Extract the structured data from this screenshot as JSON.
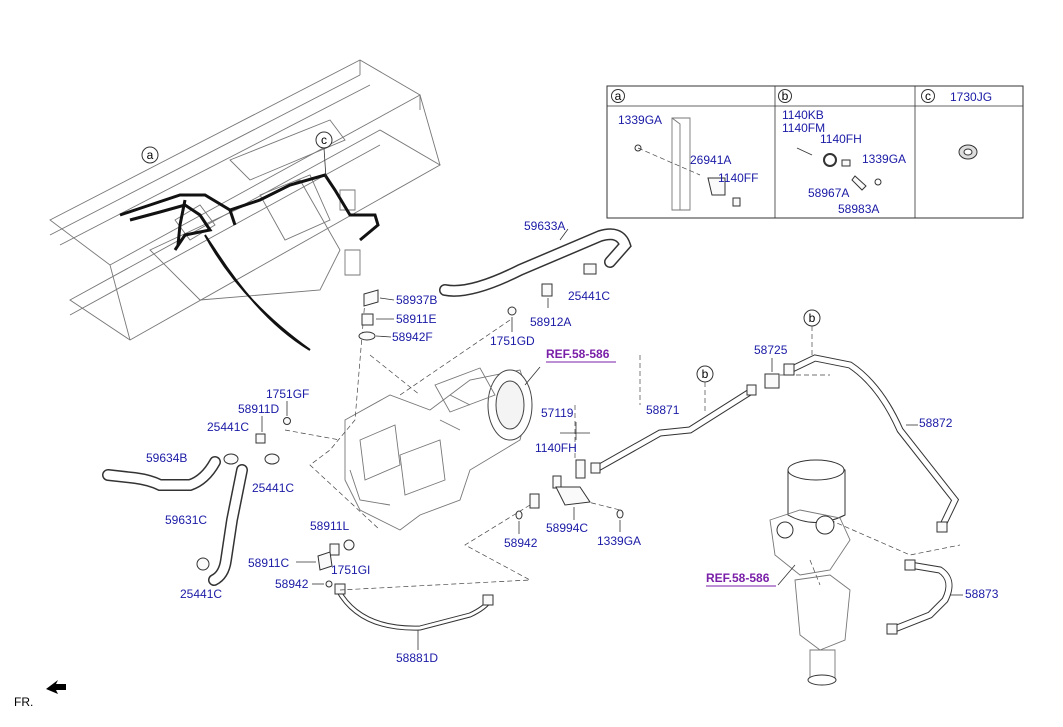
{
  "callouts": {
    "a": "a",
    "b": "b",
    "c": "c"
  },
  "legend": {
    "col_a": {
      "id": "a",
      "parts": [
        "1339GA",
        "26941A",
        "1140FF"
      ]
    },
    "col_b": {
      "id": "b",
      "parts": [
        "1140KB",
        "1140FM",
        "1140FH",
        "1339GA",
        "58967A",
        "58983A"
      ]
    },
    "col_c": {
      "id": "c",
      "part": "1730JG"
    }
  },
  "parts": {
    "p59633A": "59633A",
    "p25441C_top": "25441C",
    "p58937B": "58937B",
    "p58911E": "58911E",
    "p58942F": "58942F",
    "p58912A": "58912A",
    "p1751GD": "1751GD",
    "p1751GF": "1751GF",
    "p58911D": "58911D",
    "p25441C_l1": "25441C",
    "p59634B": "59634B",
    "p25441C_l2": "25441C",
    "p59631C": "59631C",
    "p25441C_l3": "25441C",
    "p58911L": "58911L",
    "p58911C": "58911C",
    "p1751GI": "1751GI",
    "p58942_l": "58942",
    "p58881D": "58881D",
    "p57119": "57119",
    "p1140FH": "1140FH",
    "p58994C": "58994C",
    "p58942_r": "58942",
    "p1339GA": "1339GA",
    "p58871": "58871",
    "p58725": "58725",
    "p58872": "58872",
    "p58873": "58873"
  },
  "refs": {
    "ref_motor": "REF.58-586",
    "ref_dryer": "REF.58-586"
  },
  "fr_label": "FR."
}
